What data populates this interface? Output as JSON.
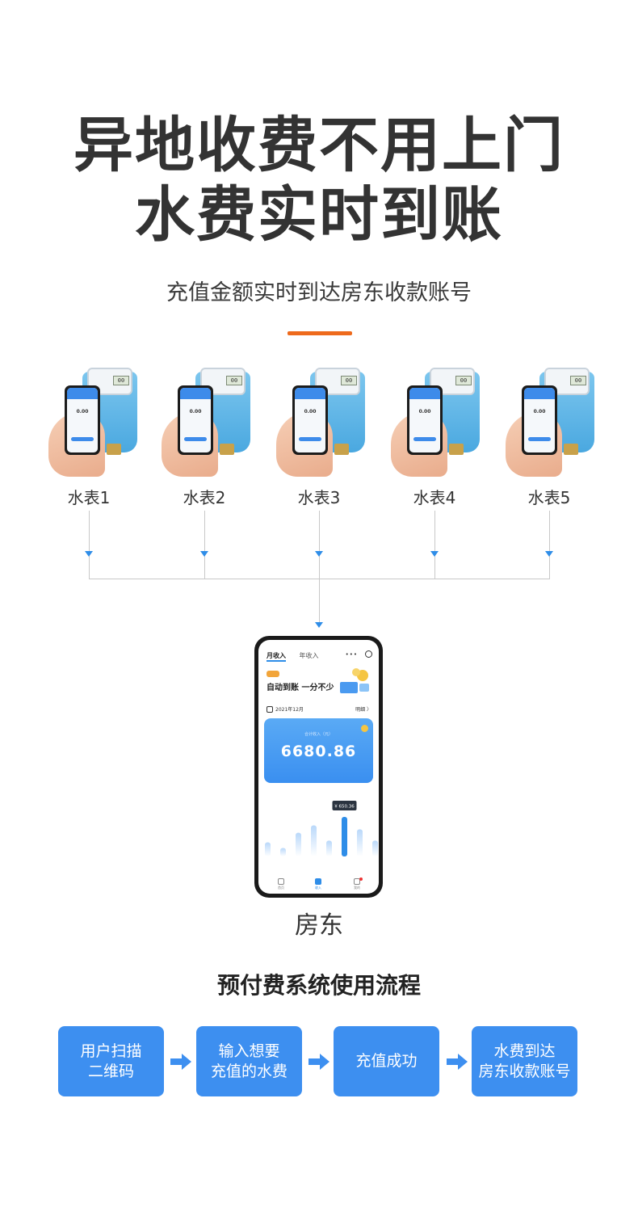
{
  "headline": {
    "line1": "异地收费不用上门",
    "line2": "水费实时到账"
  },
  "subtitle": "充值金额实时到达房东收款账号",
  "meters": [
    {
      "label": "水表1"
    },
    {
      "label": "水表2"
    },
    {
      "label": "水表3"
    },
    {
      "label": "水表4"
    },
    {
      "label": "水表5"
    }
  ],
  "landlord_app": {
    "tab_month": "月收入",
    "tab_year": "年收入",
    "more": "•••",
    "slogan": "自动到账 一分不少",
    "date": "2021年12月",
    "detail": "明细 〉",
    "total_label": "合计收入（元）",
    "total_value": "6680.86",
    "chart_data": {
      "type": "bar",
      "values": [
        0.25,
        0.15,
        0.42,
        0.55,
        0.28,
        0.7,
        0.48,
        0.28
      ],
      "highlight_index": 5,
      "tooltip": "¥ 650.36"
    },
    "nav": [
      "首页",
      "收入",
      "我的"
    ]
  },
  "landlord_label": "房东",
  "section_title": "预付费系统使用流程",
  "steps": [
    {
      "line1": "用户扫描",
      "line2": "二维码"
    },
    {
      "line1": "输入想要",
      "line2": "充值的水费"
    },
    {
      "line1": "充值成功",
      "line2": ""
    },
    {
      "line1": "水费到达",
      "line2": "房东收款账号"
    }
  ],
  "colors": {
    "accent": "#3d8ff0",
    "orange": "#ee6a1c",
    "headline": "#333333"
  }
}
